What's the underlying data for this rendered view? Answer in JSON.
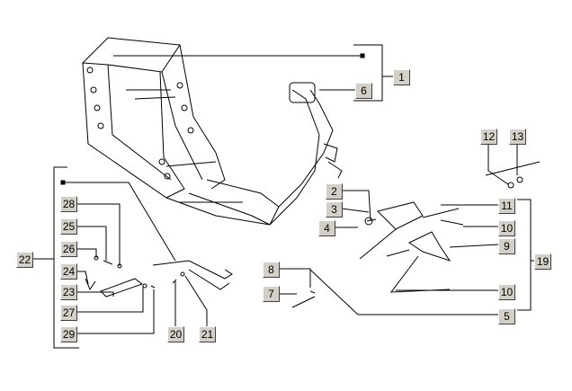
{
  "title": "Frame parts diagram",
  "callouts": [
    {
      "id": "c1",
      "text": "1"
    },
    {
      "id": "c6",
      "text": "6"
    },
    {
      "id": "c12",
      "text": "12"
    },
    {
      "id": "c13",
      "text": "13"
    },
    {
      "id": "c2",
      "text": "2"
    },
    {
      "id": "c3",
      "text": "3"
    },
    {
      "id": "c4",
      "text": "4"
    },
    {
      "id": "c11",
      "text": "11"
    },
    {
      "id": "c10a",
      "text": "10"
    },
    {
      "id": "c9",
      "text": "9"
    },
    {
      "id": "c19",
      "text": "19"
    },
    {
      "id": "c8",
      "text": "8"
    },
    {
      "id": "c7",
      "text": "7"
    },
    {
      "id": "c10b",
      "text": "10"
    },
    {
      "id": "c5",
      "text": "5"
    },
    {
      "id": "c22",
      "text": "22"
    },
    {
      "id": "c28",
      "text": "28"
    },
    {
      "id": "c25",
      "text": "25"
    },
    {
      "id": "c26",
      "text": "26"
    },
    {
      "id": "c24",
      "text": "24"
    },
    {
      "id": "c23",
      "text": "23"
    },
    {
      "id": "c27",
      "text": "27"
    },
    {
      "id": "c29",
      "text": "29"
    },
    {
      "id": "c20",
      "text": "20"
    },
    {
      "id": "c21",
      "text": "21"
    }
  ]
}
